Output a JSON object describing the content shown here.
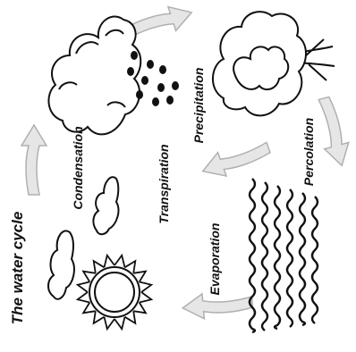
{
  "title": "The water cycle",
  "labels": {
    "condensation": "Condensation",
    "precipitation": "Precipitation",
    "transpiration": "Transpiration",
    "percolation": "Percolation",
    "evaporation": "Evaporation"
  },
  "colors": {
    "ink": "#111111",
    "arrow_fill": "#e6e6e6",
    "arrow_stroke": "#b0b0b0"
  },
  "icons": [
    "rain-cloud-icon",
    "tree-icon",
    "small-cloud-icon",
    "sun-icon",
    "water-waves-icon",
    "raindrop-icon"
  ]
}
